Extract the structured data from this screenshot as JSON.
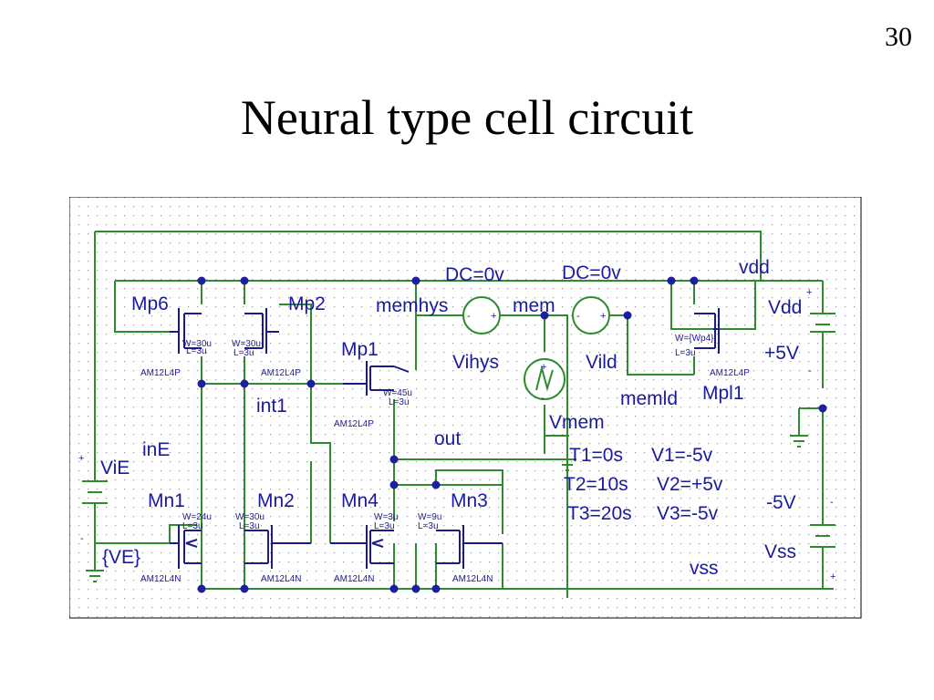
{
  "slide": {
    "number": "30",
    "title": "Neural type cell circuit"
  },
  "schematic": {
    "nets": {
      "vdd": "vdd",
      "vss": "vss",
      "memhys": "memhys",
      "mem": "mem",
      "memld": "memld",
      "int1": "int1",
      "out": "out",
      "inE": "inE"
    },
    "transistors": [
      {
        "key": "mp6",
        "name": "Mp6",
        "model": "AM12L4P",
        "w": "W=30u",
        "l": "L=3u"
      },
      {
        "key": "mp2",
        "name": "Mp2",
        "model": "AM12L4P",
        "w": "W=30u",
        "l": "L=3u"
      },
      {
        "key": "mp1",
        "name": "Mp1",
        "model": "AM12L4P",
        "w": "W=45u",
        "l": "L=3u"
      },
      {
        "key": "mpl1",
        "name": "Mpl1",
        "model": "AM12L4P",
        "w": "W={Wp4}",
        "l": "L=3u"
      },
      {
        "key": "mn1",
        "name": "Mn1",
        "model": "AM12L4N",
        "w": "W=24u",
        "l": "L=3u"
      },
      {
        "key": "mn2",
        "name": "Mn2",
        "model": "AM12L4N",
        "w": "W=30u",
        "l": "L=3u"
      },
      {
        "key": "mn4",
        "name": "Mn4",
        "model": "AM12L4N",
        "w": "W=3u",
        "l": "L=3u"
      },
      {
        "key": "mn3",
        "name": "Mn3",
        "model": "AM12L4N",
        "w": "W=9u",
        "l": "L=3u"
      }
    ],
    "sources": {
      "vihys": {
        "name": "Vihys",
        "value": "DC=0v"
      },
      "vild": {
        "name": "Vild",
        "value": "DC=0v"
      },
      "vdd": {
        "name": "Vdd",
        "value": "+5V"
      },
      "vss": {
        "name": "Vss",
        "value": "-5V"
      },
      "vie": {
        "name": "ViE",
        "value": "{VE}"
      },
      "vmem": {
        "name": "Vmem",
        "pwl": [
          {
            "t": "T1=0s",
            "v": "V1=-5v"
          },
          {
            "t": "T2=10s",
            "v": "V2=+5v"
          },
          {
            "t": "T3=20s",
            "v": "V3=-5v"
          }
        ]
      }
    },
    "pins": {
      "plus": "+",
      "minus": "-"
    }
  }
}
